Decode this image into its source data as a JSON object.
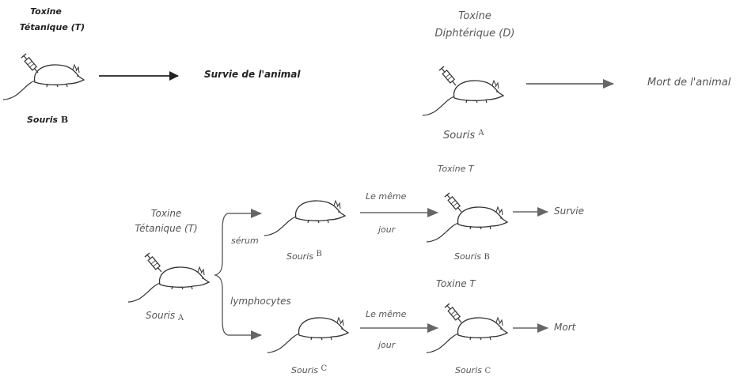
{
  "top_left": {
    "toxin_line1": "Toxine",
    "toxin_line2": "Tétanique (T)",
    "mouse_label": "Souris",
    "mouse_letter": "B",
    "result": "Survie de l'animal"
  },
  "top_right": {
    "toxin_line1": "Toxine",
    "toxin_line2": "Diphtérique (D)",
    "mouse_label": "Souris",
    "mouse_letter": "A",
    "result": "Mort de l'animal"
  },
  "experiment": {
    "source": {
      "toxin_line1": "Toxine",
      "toxin_line2": "Tétanique (T)",
      "mouse_label": "Souris",
      "mouse_letter": "A"
    },
    "branch_serum": {
      "transfer": "sérum",
      "recipient_label": "Souris",
      "recipient_letter": "B",
      "delay_line1": "Le même",
      "delay_line2": "jour",
      "toxin": "Toxine T",
      "final_label": "Souris",
      "final_letter": "B",
      "result": "Survie"
    },
    "branch_lympho": {
      "transfer": "lymphocytes",
      "recipient_label": "Souris",
      "recipient_letter": "C",
      "delay_line1": "Le même",
      "delay_line2": "jour",
      "toxin": "Toxine T",
      "final_label": "Souris",
      "final_letter": "C",
      "result": "Mort"
    }
  },
  "colors": {
    "stroke": "#333333",
    "arrow": "#666666",
    "bold_arrow": "#222222"
  }
}
